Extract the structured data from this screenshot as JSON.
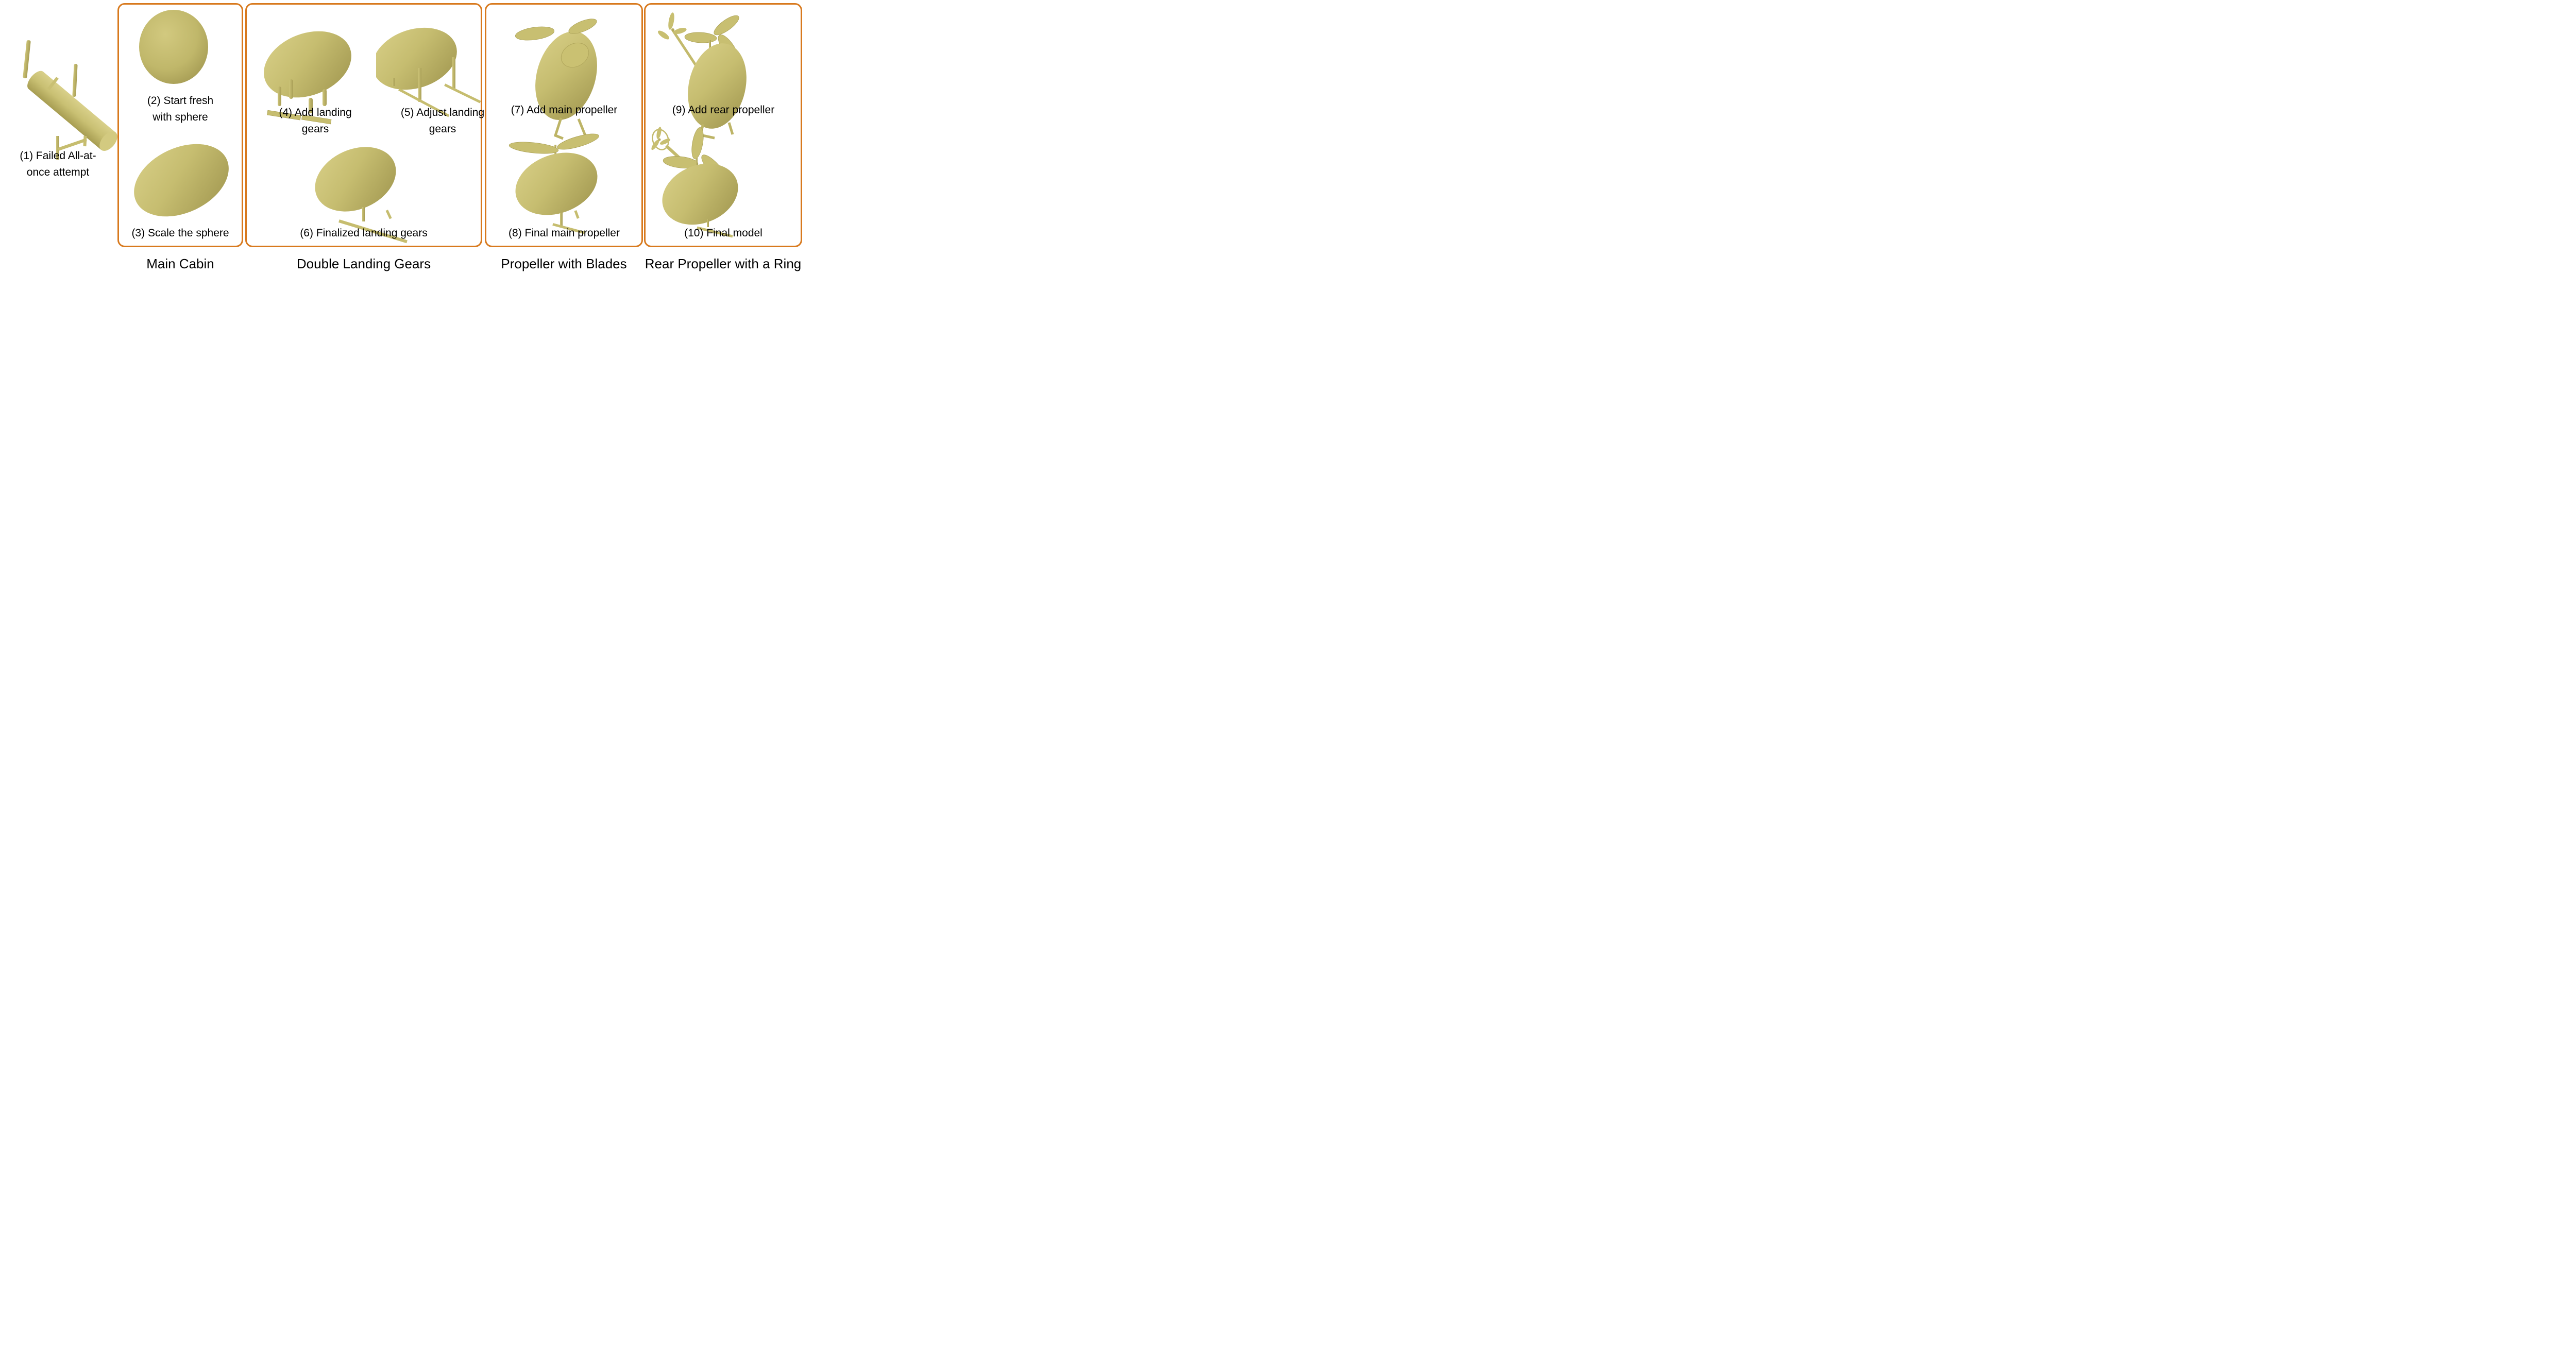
{
  "figure": {
    "panels": [
      {
        "label": "Main Cabin"
      },
      {
        "label": "Double Landing Gears"
      },
      {
        "label": "Propeller with Blades"
      },
      {
        "label": "Rear Propeller with a Ring"
      }
    ],
    "steps": [
      {
        "num": 1,
        "line1": "(1) Failed All-at-",
        "line2": "once attempt"
      },
      {
        "num": 2,
        "line1": "(2) Start fresh",
        "line2": "with sphere"
      },
      {
        "num": 3,
        "line1": "(3) Scale the sphere"
      },
      {
        "num": 4,
        "line1": "(4) Add landing",
        "line2": "gears"
      },
      {
        "num": 5,
        "line1": "(5) Adjust landing",
        "line2": "gears"
      },
      {
        "num": 6,
        "line1": "(6) Finalized landing gears"
      },
      {
        "num": 7,
        "line1": "(7) Add main propeller"
      },
      {
        "num": 8,
        "line1": "(8) Final main propeller"
      },
      {
        "num": 9,
        "line1": "(9) Add rear propeller"
      },
      {
        "num": 10,
        "line1": "(10) Final model"
      }
    ],
    "colors": {
      "panel_border": "#D8791D",
      "model_fill": "#C3BA6E",
      "model_shadow": "#A79D52",
      "text": "#000000",
      "background": "#FFFFFF"
    }
  }
}
